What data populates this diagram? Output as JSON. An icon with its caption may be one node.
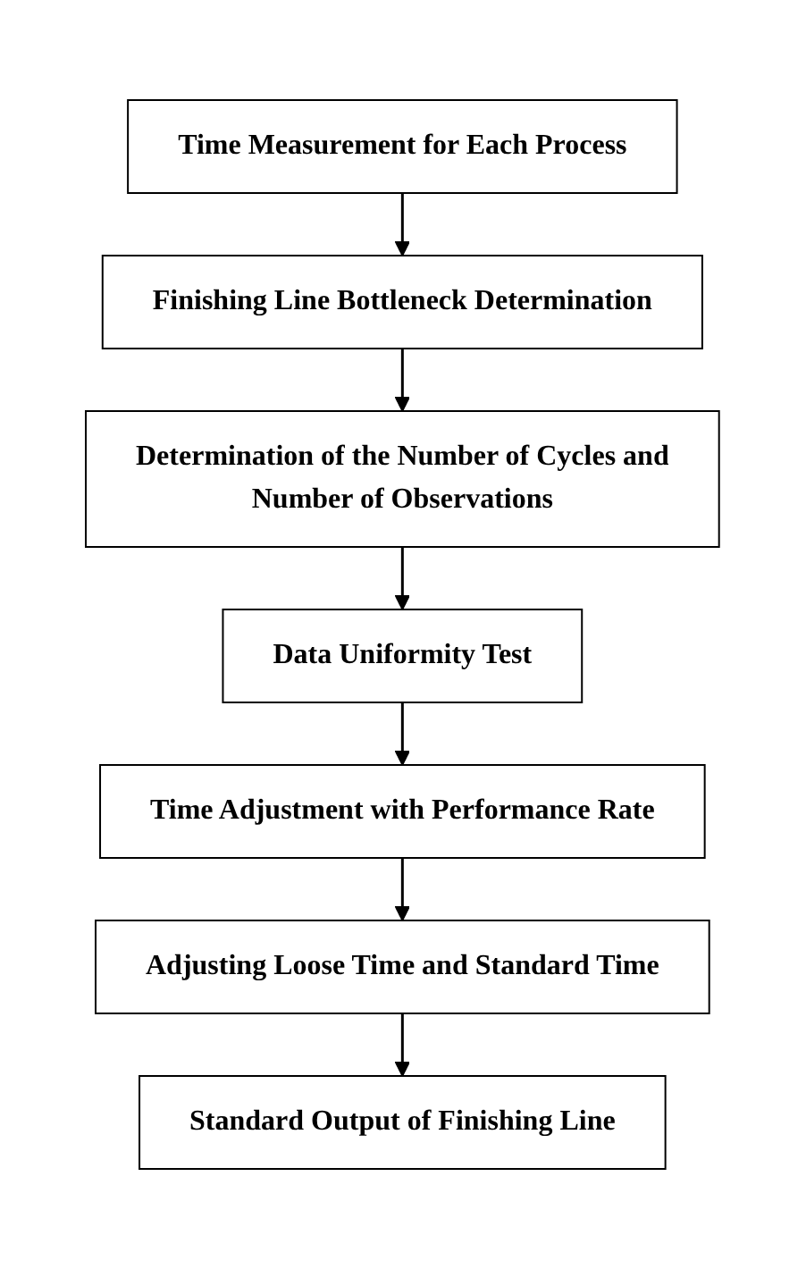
{
  "diagram": {
    "nodes": [
      {
        "text": [
          "Time Measurement for Each Process"
        ]
      },
      {
        "text": [
          "Finishing Line Bottleneck Determination"
        ]
      },
      {
        "text": [
          "Determination of the Number of Cycles and Number of Observations"
        ]
      },
      {
        "text": [
          "Data Uniformity Test"
        ]
      },
      {
        "text": [
          "Time Adjustment with Performance Rate"
        ]
      },
      {
        "text": [
          "Adjusting Loose Time and Standard Time"
        ]
      },
      {
        "text": [
          "Standard Output of Finishing Line"
        ]
      }
    ],
    "edges": [
      {
        "from": 0,
        "to": 1,
        "arrow": "to"
      },
      {
        "from": 1,
        "to": 2,
        "arrow": "to"
      },
      {
        "from": 2,
        "to": 3,
        "arrow": "to"
      },
      {
        "from": 3,
        "to": 4,
        "arrow": "to"
      },
      {
        "from": 4,
        "to": 5,
        "arrow": "to"
      },
      {
        "from": 5,
        "to": 6,
        "arrow": "to"
      }
    ]
  }
}
